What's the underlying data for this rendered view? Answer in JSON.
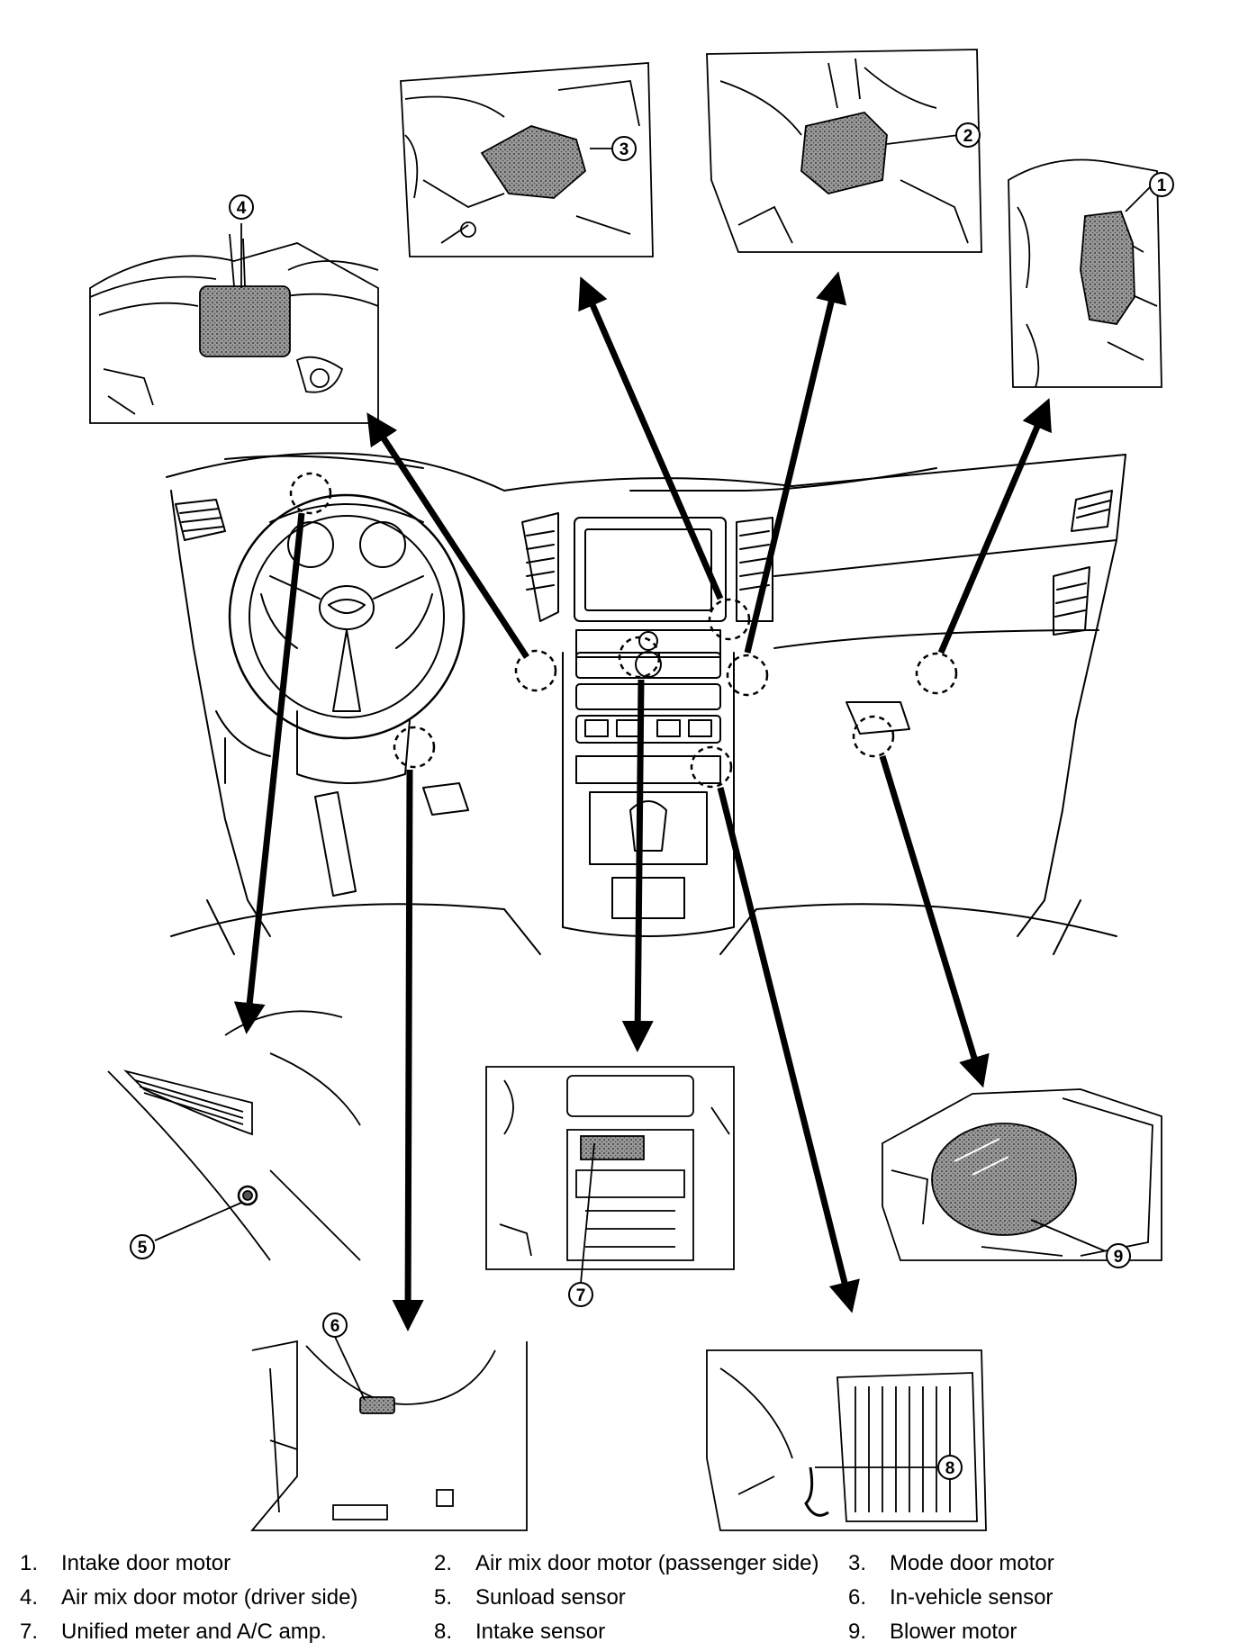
{
  "colors": {
    "line": "#000000",
    "shading": "#6e6e6e",
    "background": "#ffffff"
  },
  "callout_numbers": [
    "1",
    "2",
    "3",
    "4",
    "5",
    "6",
    "7",
    "8",
    "9"
  ],
  "legend": [
    {
      "num": "1.",
      "label": "Intake door motor"
    },
    {
      "num": "2.",
      "label": "Air mix door motor (passenger side)"
    },
    {
      "num": "3.",
      "label": "Mode door motor"
    },
    {
      "num": "4.",
      "label": "Air mix door motor (driver side)"
    },
    {
      "num": "5.",
      "label": "Sunload sensor"
    },
    {
      "num": "6.",
      "label": "In-vehicle sensor"
    },
    {
      "num": "7.",
      "label": "Unified meter and A/C amp."
    },
    {
      "num": "8.",
      "label": "Intake sensor"
    },
    {
      "num": "9.",
      "label": "Blower motor"
    }
  ]
}
